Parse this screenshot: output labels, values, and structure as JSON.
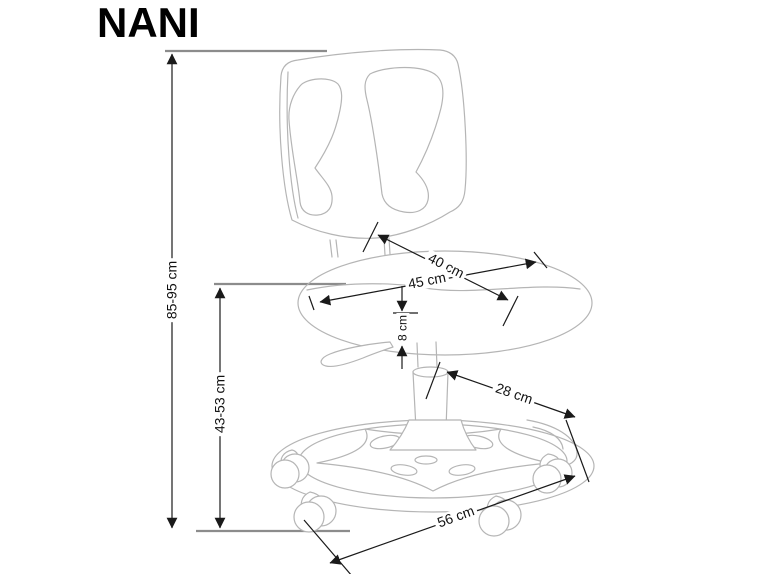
{
  "title": "NANI",
  "dimensions": {
    "overall_height": "85-95 cm",
    "seat_height": "43-53 cm",
    "backrest_width": "40 cm",
    "seat_width": "45 cm",
    "seat_thickness": "8 cm",
    "footring_depth": "28 cm",
    "base_width": "56 cm"
  },
  "colors": {
    "background": "#ffffff",
    "drawing_line": "#b5b5b5",
    "dimension_line": "#1a1a1a",
    "reference_line": "#8c8c8c",
    "text": "#000000"
  }
}
